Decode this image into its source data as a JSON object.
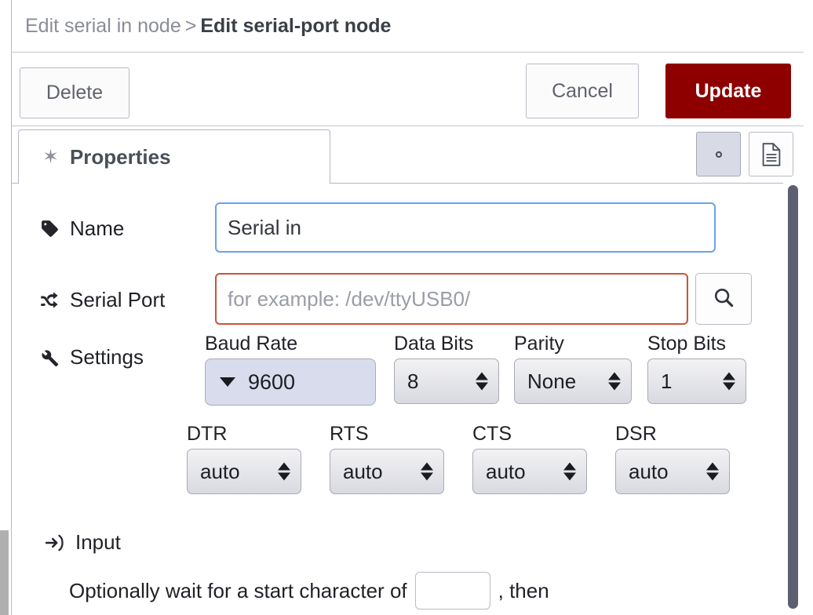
{
  "header": {
    "breadcrumb_parent": "Edit serial in node",
    "breadcrumb_separator": ">",
    "breadcrumb_current": "Edit serial-port node"
  },
  "toolbar": {
    "delete_label": "Delete",
    "cancel_label": "Cancel",
    "update_label": "Update",
    "update_color": "#8e0000"
  },
  "tabs": {
    "properties_label": "Properties",
    "properties_icon": "gear-icon",
    "icon_buttons": [
      {
        "name": "gear-icon",
        "active": true
      },
      {
        "name": "description-icon",
        "active": false
      }
    ]
  },
  "form": {
    "name": {
      "label": "Name",
      "icon": "tag-icon",
      "value": "Serial in",
      "placeholder": "Name",
      "state": "focused"
    },
    "serial_port": {
      "label": "Serial Port",
      "icon": "shuffle-icon",
      "value": "",
      "placeholder": "for example: /dev/ttyUSB0/",
      "state": "error",
      "search_icon": "search-icon"
    },
    "settings": {
      "label": "Settings",
      "icon": "wrench-icon",
      "fields": [
        {
          "key": "baud_rate",
          "label": "Baud Rate",
          "value": "9600",
          "control": "combo"
        },
        {
          "key": "data_bits",
          "label": "Data Bits",
          "value": "8",
          "control": "select"
        },
        {
          "key": "parity",
          "label": "Parity",
          "value": "None",
          "control": "select"
        },
        {
          "key": "stop_bits",
          "label": "Stop Bits",
          "value": "1",
          "control": "select"
        }
      ],
      "flow_control": [
        {
          "key": "dtr",
          "label": "DTR",
          "value": "auto"
        },
        {
          "key": "rts",
          "label": "RTS",
          "value": "auto"
        },
        {
          "key": "cts",
          "label": "CTS",
          "value": "auto"
        },
        {
          "key": "dsr",
          "label": "DSR",
          "value": "auto"
        }
      ]
    },
    "input_section": {
      "label": "Input",
      "icon": "sign-in-icon",
      "sentence_before": "Optionally wait for a start character of",
      "start_char_value": "",
      "sentence_after": ", then"
    }
  }
}
